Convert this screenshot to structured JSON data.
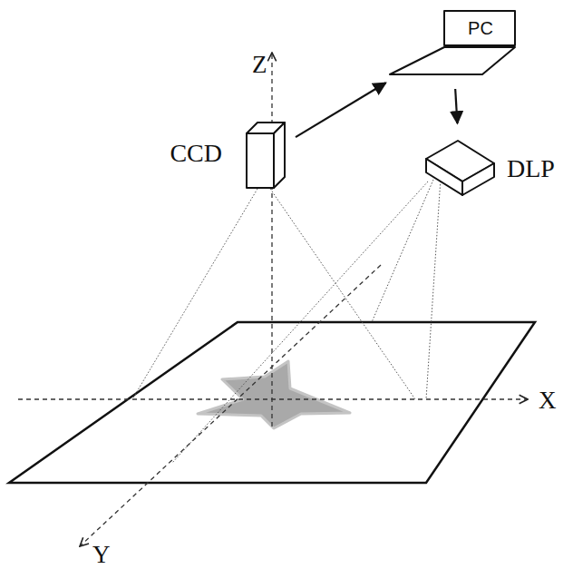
{
  "diagram": {
    "nodes": [
      {
        "text": [
          "CCD"
        ]
      },
      {
        "text": [
          "PC"
        ]
      },
      {
        "text": [
          "DLP"
        ]
      }
    ],
    "edges": [
      {
        "from": 0,
        "to": 1,
        "arrow": "to"
      },
      {
        "from": 1,
        "to": 2,
        "arrow": "to"
      }
    ],
    "labels": [
      "Z",
      "X",
      "Y"
    ]
  }
}
